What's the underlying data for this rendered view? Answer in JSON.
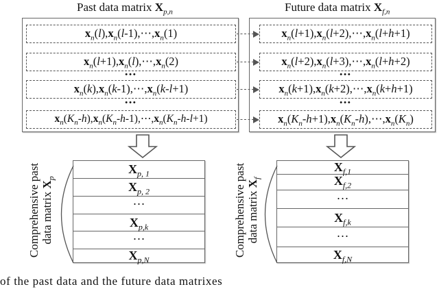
{
  "past_panel": {
    "title_prefix": "Past data matrix ",
    "title_symbol": "X",
    "title_sub": "p,n",
    "rows": [
      {
        "html": "<b>x</b><sub>n</sub>(<i>l</i>),<b>x</b><sub>n</sub>(<i>l</i>-1),⋯,<b>x</b><sub>n</sub>(1)"
      },
      {
        "html": "<b>x</b><sub>n</sub>(<i>l</i>+1),<b>x</b><sub>n</sub>(<i>l</i>),⋯,<b>x</b><sub>n</sub>(2)"
      },
      {
        "html": "<b>x</b><sub>n</sub>(<i>k</i>),<b>x</b><sub>n</sub>(<i>k</i>-1),⋯,<b>x</b><sub>n</sub>(<i>k</i>-<i>l</i>+1)"
      },
      {
        "html": "<b>x</b><sub>n</sub>(<i>K<sub>n</sub></i>-<i>h</i>),<b>x</b><sub>n</sub>(<i>K<sub>n</sub></i>-<i>h</i>-1),⋯,<b>x</b><sub>n</sub>(<i>K<sub>n</sub></i>-<i>h</i>-<i>l</i>+1)"
      }
    ],
    "ellipsis": "•••"
  },
  "future_panel": {
    "title_prefix": "Future data matrix ",
    "title_symbol": "X",
    "title_sub": "f,n",
    "rows": [
      {
        "html": "<b>x</b><sub>n</sub>(<i>l</i>+1),<b>x</b><sub>n</sub>(<i>l</i>+2),⋯,<b>x</b><sub>n</sub>(<i>l</i>+<i>h</i>+1)"
      },
      {
        "html": "<b>x</b><sub>n</sub>(<i>l</i>+2),<b>x</b><sub>n</sub>(<i>l</i>+3),⋯,<b>x</b><sub>n</sub>(<i>l</i>+<i>h</i>+2)"
      },
      {
        "html": "<b>x</b><sub>n</sub>(<i>k</i>+1),<b>x</b><sub>n</sub>(<i>k</i>+2),⋯,<b>x</b><sub>n</sub>(<i>k</i>+<i>h</i>+1)"
      },
      {
        "html": "<b>x</b><sub>n</sub>(<i>K<sub>n</sub></i>-<i>h</i>+1),<b>x</b><sub>n</sub>(<i>K<sub>n</sub></i>-<i>h</i>),⋯,<b>x</b><sub>n</sub>(<i>K<sub>n</sub></i>)"
      }
    ],
    "ellipsis": "•••"
  },
  "past_comprehensive": {
    "label_line1": "Comprehensive past",
    "label_line2_prefix": "data matrix ",
    "label_symbol": "X",
    "label_sub": "p",
    "cells": [
      {
        "sym": "X",
        "sub": "p, 1"
      },
      {
        "sym": "X",
        "sub": "p, 2"
      },
      {
        "sym": "",
        "sub": "",
        "text": "···"
      },
      {
        "sym": "X",
        "sub": "p,k"
      },
      {
        "sym": "",
        "sub": "",
        "text": "···"
      },
      {
        "sym": "X",
        "sub": "p,N"
      }
    ]
  },
  "future_comprehensive": {
    "label_line1": "Comprehensive past",
    "label_line2_prefix": "data matrix ",
    "label_symbol": "X",
    "label_sub": "f",
    "cells": [
      {
        "sym": "X",
        "sub": "f,1"
      },
      {
        "sym": "X",
        "sub": "f,2"
      },
      {
        "sym": "",
        "sub": "",
        "text": "···"
      },
      {
        "sym": "X",
        "sub": "f,k"
      },
      {
        "sym": "",
        "sub": "",
        "text": "···"
      },
      {
        "sym": "X",
        "sub": "f,N"
      }
    ]
  },
  "caption": "of the past data and the future data matrixes"
}
